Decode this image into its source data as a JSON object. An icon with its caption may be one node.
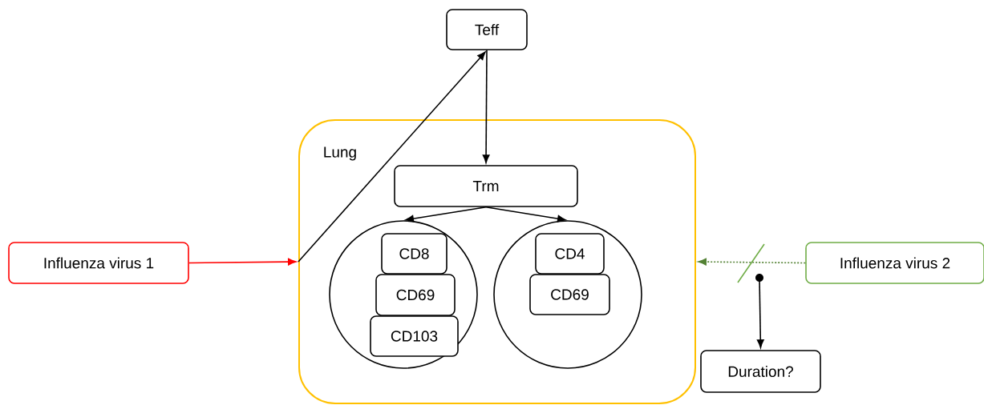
{
  "diagram": {
    "nodes": [
      {
        "text": [
          "Teff"
        ]
      },
      {
        "text": [
          "Lung"
        ]
      },
      {
        "text": [
          "Trm"
        ],
        "in": 1
      },
      {
        "text": [],
        "shape": "circle",
        "in": 1
      },
      {
        "text": [
          "CD8"
        ],
        "in": 3
      },
      {
        "text": [
          "CD69"
        ],
        "in": 3
      },
      {
        "text": [
          "CD103"
        ],
        "in": 3
      },
      {
        "text": [],
        "shape": "circle",
        "in": 1
      },
      {
        "text": [
          "CD4"
        ],
        "in": 7
      },
      {
        "text": [
          "CD69"
        ],
        "in": 7
      },
      {
        "text": [
          "Influenza virus 1"
        ]
      },
      {
        "text": [
          "Influenza virus 2"
        ]
      },
      {
        "text": [
          "Duration?"
        ]
      },
      {
        "text": [],
        "shape": "circle"
      }
    ],
    "edges": [
      {
        "from": 10,
        "to": 1,
        "arrow": "to",
        "color": "#ff0000"
      },
      {
        "from": 1,
        "to": 0,
        "arrow": "to"
      },
      {
        "from": 0,
        "to": 2,
        "arrow": "to"
      },
      {
        "from": 2,
        "to": 3,
        "arrow": "to"
      },
      {
        "from": 2,
        "to": 7,
        "arrow": "to"
      },
      {
        "from": 11,
        "to": 1,
        "arrow": "to",
        "style": "dashed",
        "color": "#548235"
      },
      {
        "from": 13,
        "to": 12,
        "arrow": "to"
      }
    ]
  }
}
